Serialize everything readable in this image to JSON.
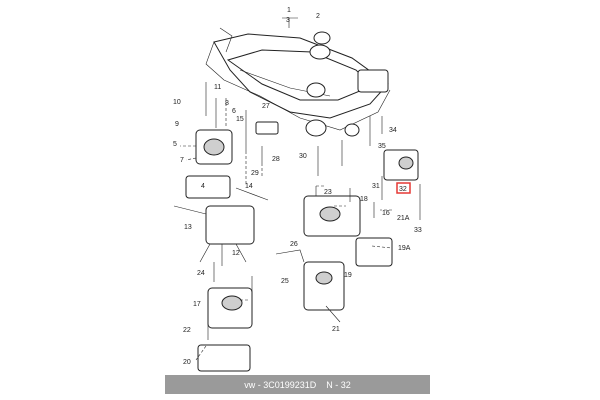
{
  "diagram": {
    "callouts": [
      "1",
      "2",
      "3",
      "4",
      "5",
      "6",
      "7",
      "8",
      "9",
      "10",
      "11",
      "12",
      "13",
      "14",
      "15",
      "16",
      "17",
      "18",
      "19",
      "19A",
      "20",
      "21",
      "21A",
      "22",
      "23",
      "24",
      "25",
      "26",
      "27",
      "28",
      "29",
      "30",
      "31",
      "32",
      "33",
      "34",
      "35"
    ],
    "highlighted_callout": "32",
    "highlight_color": "#e53935"
  },
  "footer": {
    "part_number": "vw - 3C0199231D",
    "position_label": "N - 32"
  }
}
